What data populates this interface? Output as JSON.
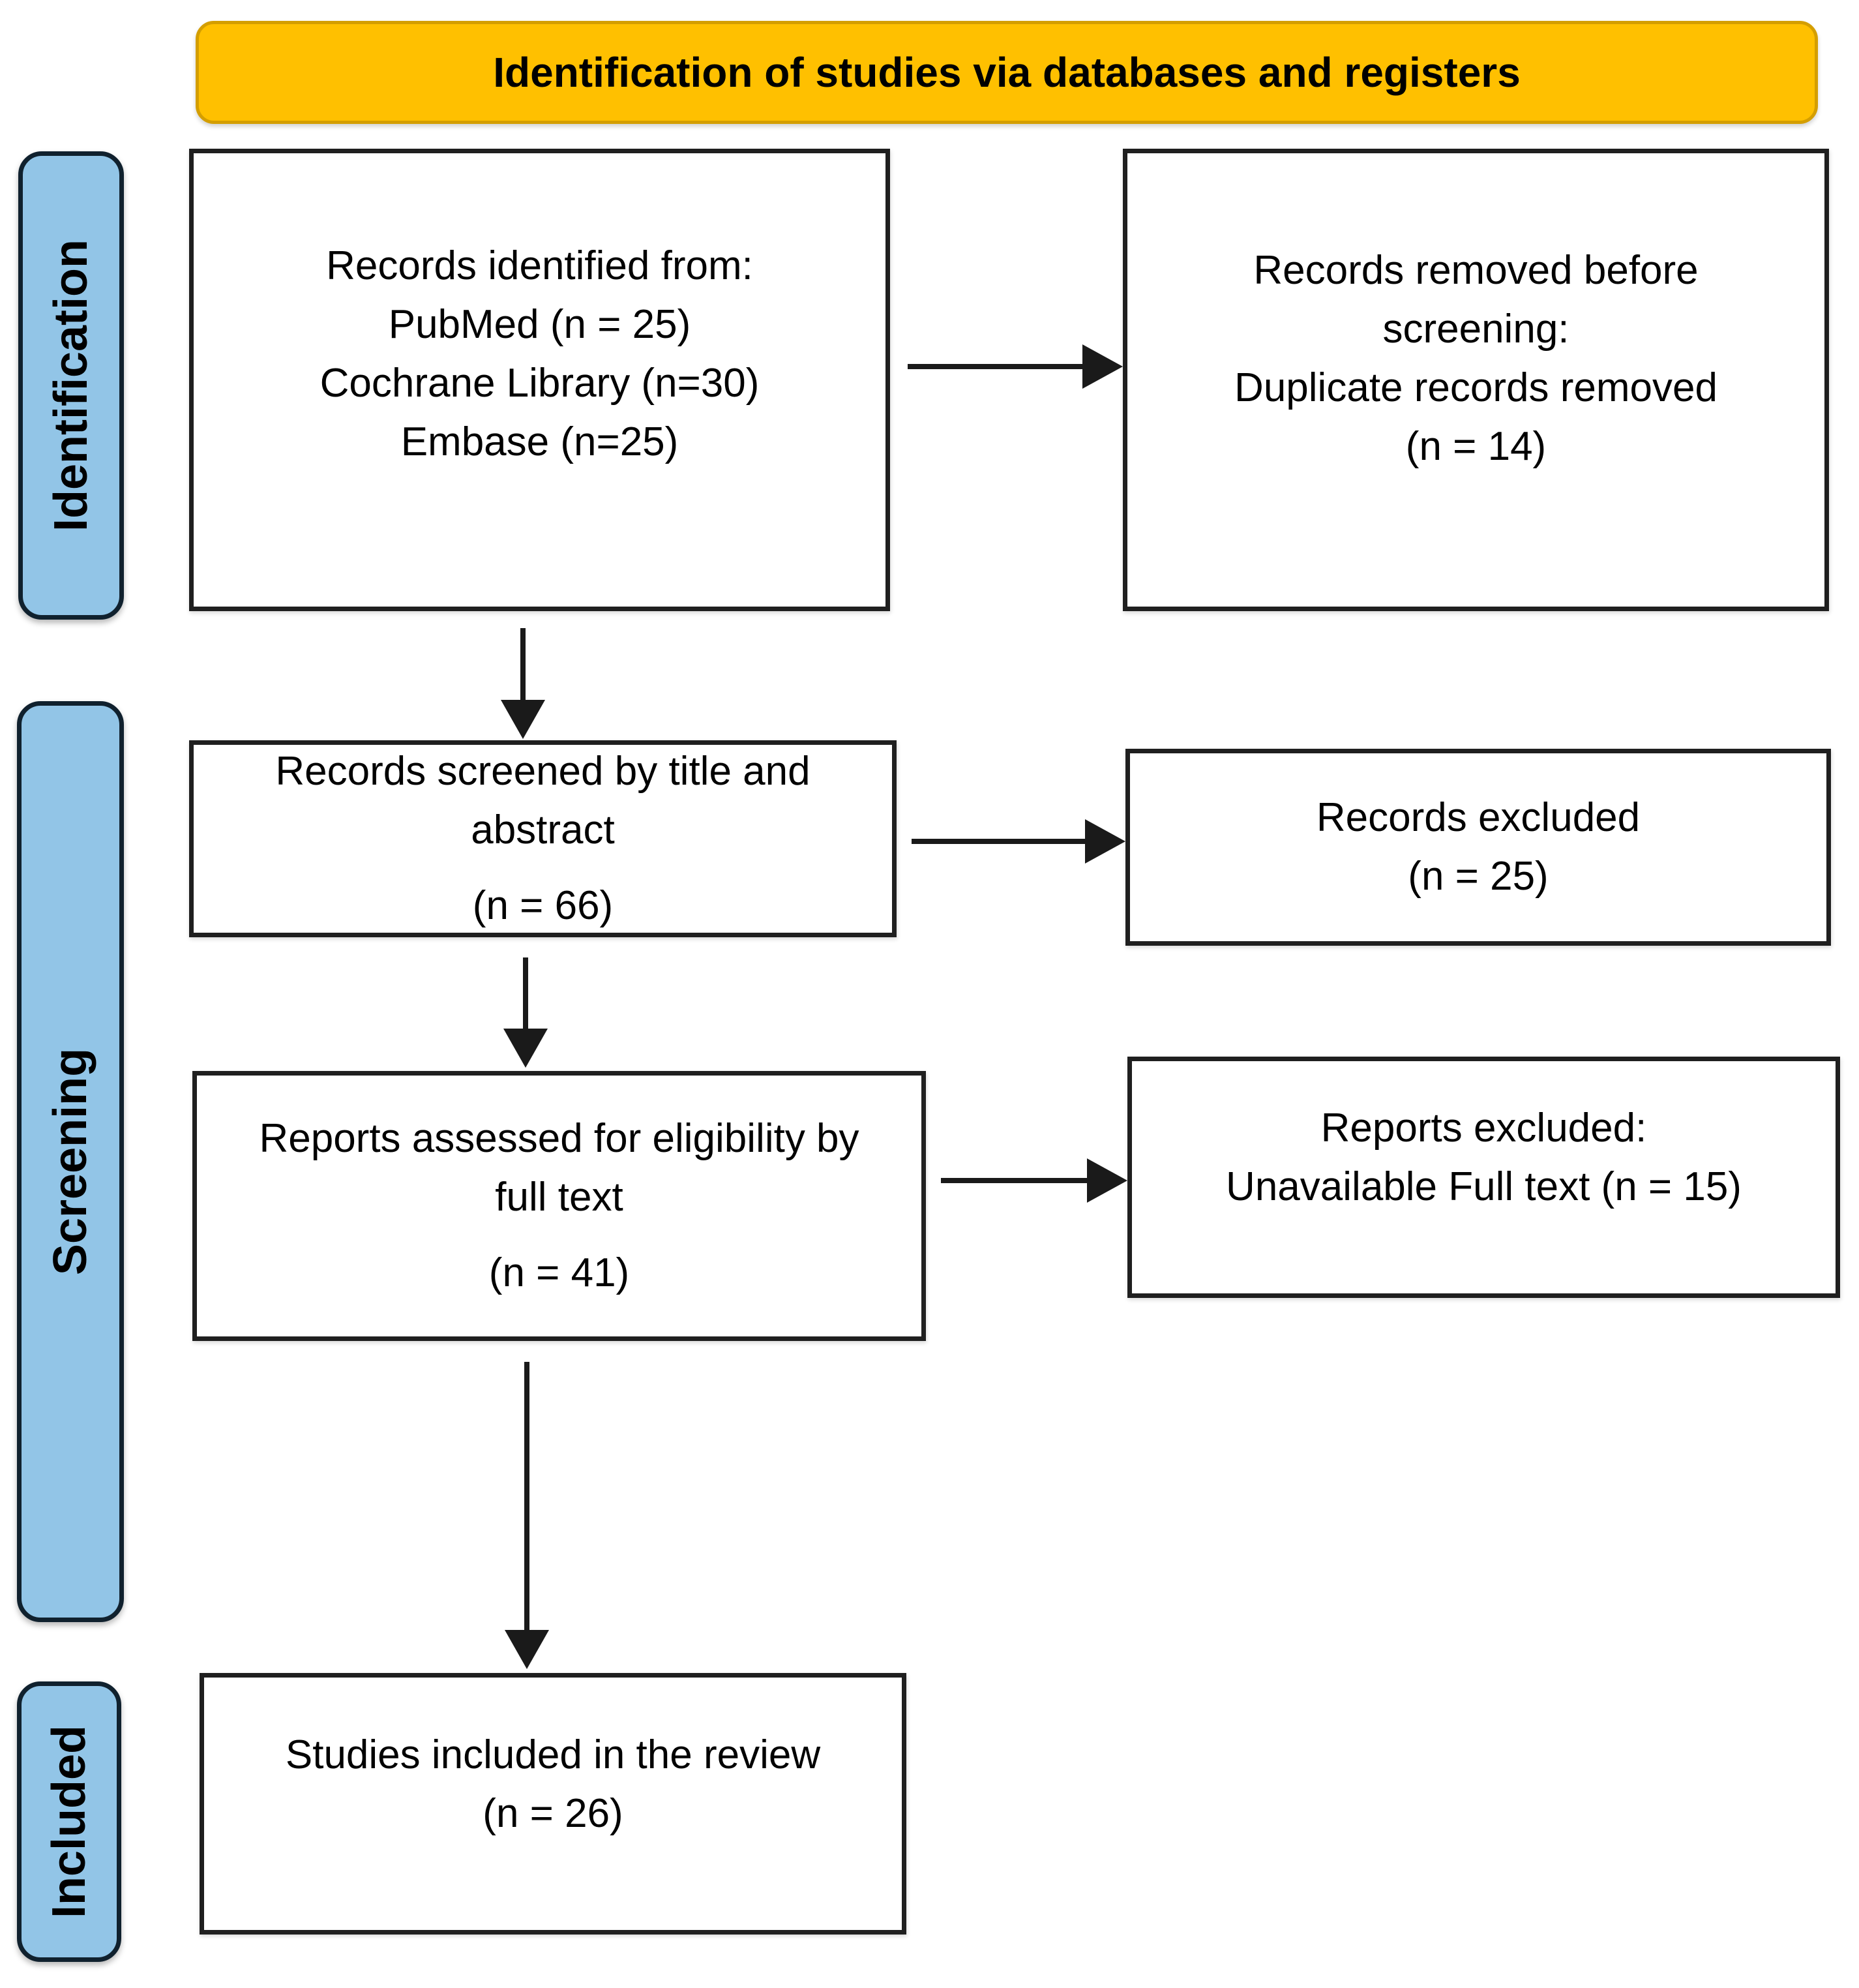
{
  "banner": {
    "label": "Identification of studies via databases and registers"
  },
  "stages": [
    {
      "label": "Identification"
    },
    {
      "label": "Screening"
    },
    {
      "label": "Included"
    }
  ],
  "boxes": {
    "identified": {
      "lines": [
        "Records identified from:",
        "PubMed (n = 25)",
        "Cochrane Library (n=30)",
        "Embase (n=25)"
      ]
    },
    "removed_before_screening": {
      "lines": [
        "Records removed before",
        "screening:",
        "Duplicate records removed",
        "(n = 14)"
      ]
    },
    "screened": {
      "lines": [
        "Records screened by title and",
        "abstract",
        "(n = 66)"
      ]
    },
    "records_excluded": {
      "lines": [
        "Records excluded",
        "(n = 25)"
      ]
    },
    "assessed": {
      "lines": [
        "Reports assessed for eligibility by",
        "full text",
        "(n = 41)"
      ]
    },
    "reports_excluded": {
      "lines": [
        "Reports excluded:",
        "Unavailable Full text (n = 15)"
      ]
    },
    "included_in_review": {
      "lines": [
        "Studies included in the review",
        "(n = 26)"
      ]
    }
  },
  "counts": {
    "pubmed": 25,
    "cochrane_library": 30,
    "embase": 25,
    "duplicates_removed": 14,
    "screened_title_abstract": 66,
    "records_excluded": 25,
    "assessed_full_text": 41,
    "reports_excluded_unavailable_full_text": 15,
    "studies_included": 26
  },
  "connections": [
    {
      "from": "identified",
      "to": "removed_before_screening"
    },
    {
      "from": "identified",
      "to": "screened"
    },
    {
      "from": "screened",
      "to": "records_excluded"
    },
    {
      "from": "screened",
      "to": "assessed"
    },
    {
      "from": "assessed",
      "to": "reports_excluded"
    },
    {
      "from": "assessed",
      "to": "included_in_review"
    }
  ],
  "colors": {
    "banner_fill": "#FFC000",
    "banner_border": "#D49E00",
    "stage_fill": "#92C5E7",
    "stage_border": "#10212E",
    "box_border": "#1F1F1F",
    "arrow": "#1A1A1A",
    "text": "#000000",
    "background": "#FFFFFF"
  }
}
